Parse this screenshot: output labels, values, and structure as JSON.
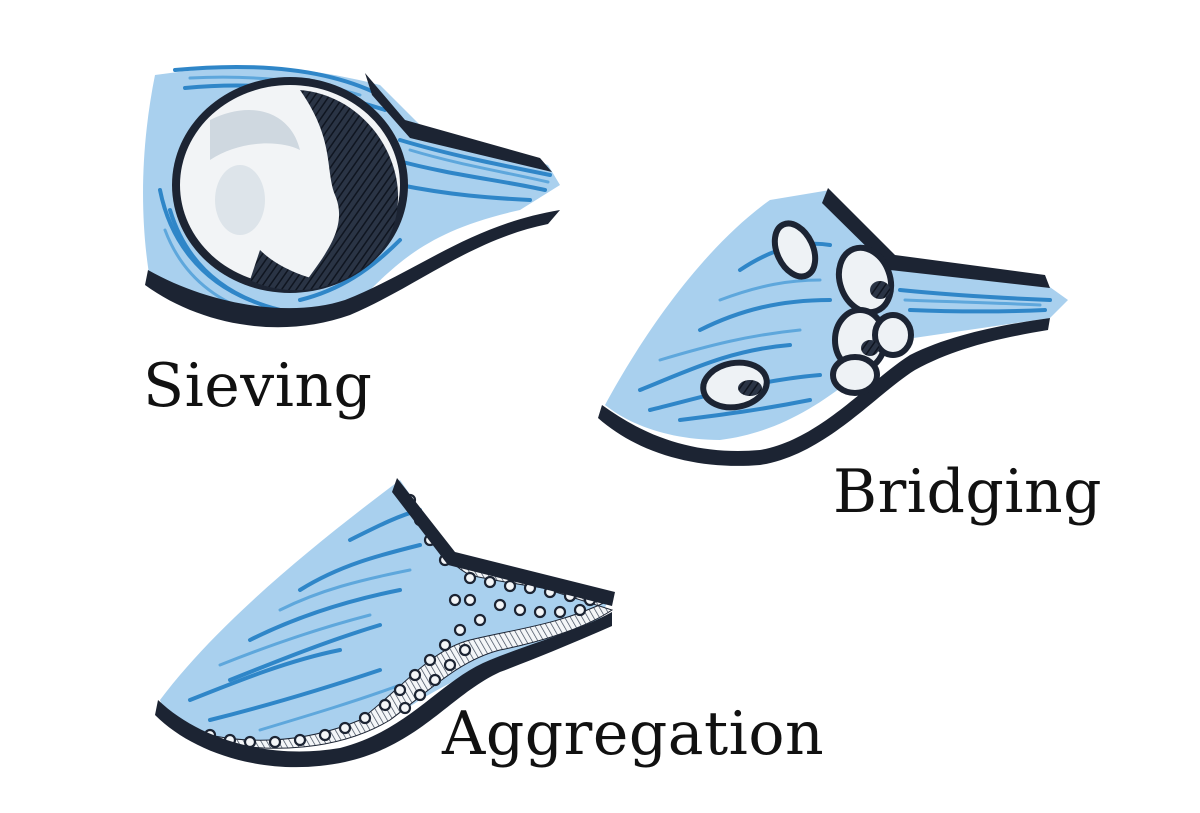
{
  "labels": {
    "sieving": "Sieving",
    "bridging": "Bridging",
    "aggregation": "Aggregation"
  },
  "colors": {
    "wall": "#1c2433",
    "fluid_light": "#a9d0ee",
    "fluid_mid": "#5ea7dc",
    "fluid_dark": "#2f86c8",
    "particle_fill": "#e8eef3",
    "particle_shade": "#1c2433"
  }
}
